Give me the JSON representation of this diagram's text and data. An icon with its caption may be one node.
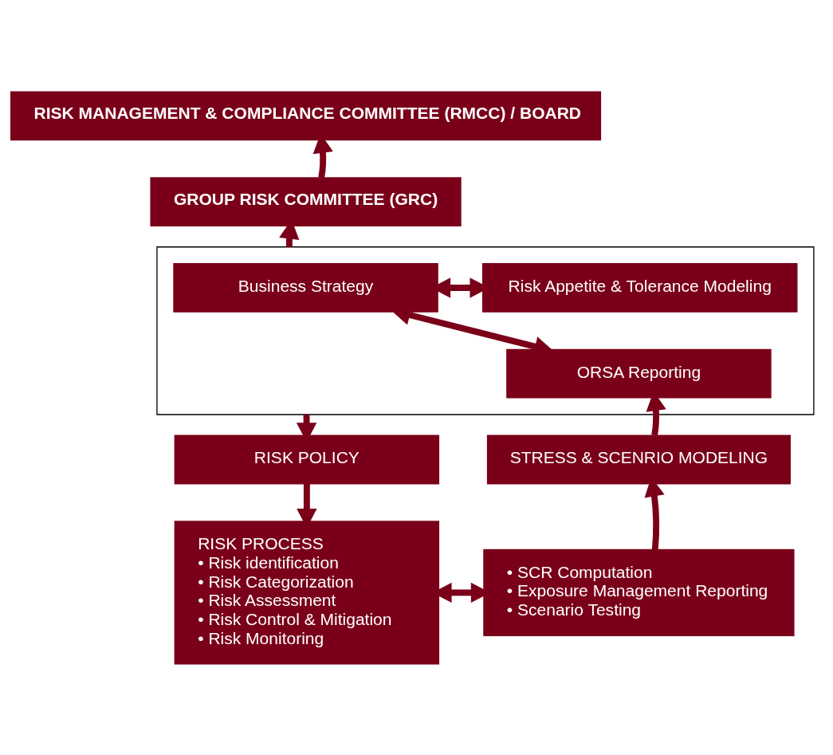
{
  "diagram": {
    "nodes": [
      {
        "text": [
          "RISK MANAGEMENT & COMPLIANCE COMMITTEE (RMCC) / BOARD"
        ]
      },
      {
        "text": [
          "GROUP RISK COMMITTEE (GRC)"
        ]
      },
      {
        "text": [],
        "shape": "box"
      },
      {
        "text": [
          "Business Strategy"
        ],
        "in": 2
      },
      {
        "text": [
          "Risk Appetite & Tolerance Modeling"
        ],
        "in": 2
      },
      {
        "text": [
          "ORSA Reporting"
        ],
        "in": 2
      },
      {
        "text": [
          "RISK POLICY"
        ]
      },
      {
        "text": [
          "STRESS & SCENRIO MODELING"
        ]
      },
      {
        "text": [
          "RISK PROCESS",
          "• Risk identification",
          "• Risk Categorization",
          "• Risk Assessment",
          "• Risk Control & Mitigation",
          "• Risk Monitoring"
        ]
      },
      {
        "text": [
          "• SCR Computation",
          "• Exposure Management Reporting",
          "• Scenario Testing"
        ]
      }
    ],
    "edges": [
      {
        "from": 1,
        "to": 0,
        "arrow": "to"
      },
      {
        "from": 2,
        "to": 1,
        "arrow": "to"
      },
      {
        "from": 3,
        "to": 4,
        "arrow": "both"
      },
      {
        "from": 3,
        "to": 5,
        "arrow": "both"
      },
      {
        "from": 2,
        "to": 6,
        "arrow": "to"
      },
      {
        "from": 6,
        "to": 8,
        "arrow": "to"
      },
      {
        "from": 8,
        "to": 9,
        "arrow": "both"
      },
      {
        "from": 9,
        "to": 7,
        "arrow": "to"
      },
      {
        "from": 7,
        "to": 5,
        "arrow": "to"
      }
    ]
  }
}
